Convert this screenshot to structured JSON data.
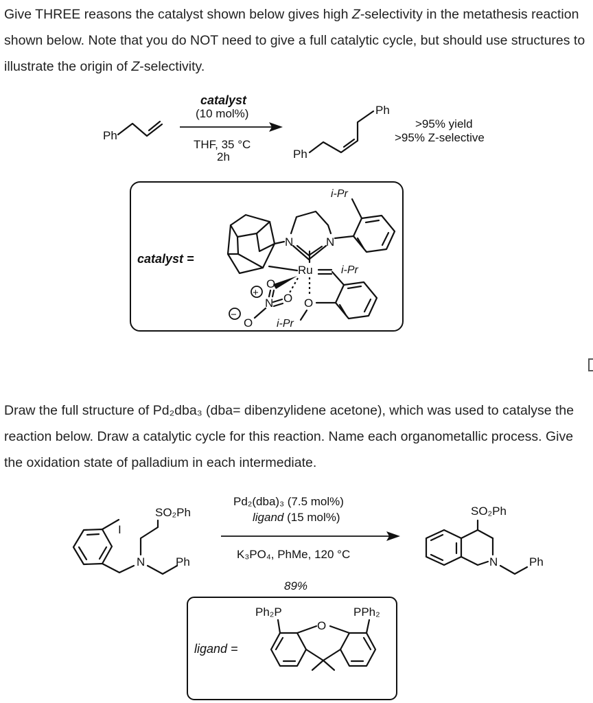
{
  "question1": {
    "text_before_z1": "Give THREE reasons the catalyst shown below gives high ",
    "z": "Z",
    "text_after_z1": "-selectivity in the metathesis reaction shown below. Note that you do NOT need to give a full catalytic cycle, but should use structures to illustrate the origin of ",
    "text_after_z2": "-selectivity."
  },
  "scheme1": {
    "reagent_top": "catalyst",
    "reagent_loading": "(10 mol%)",
    "conditions_1": "THF, 35 °C",
    "conditions_2": "2h",
    "start_label": "Ph",
    "prod_ph_top": "Ph",
    "prod_ph_bottom": "Ph",
    "yield": ">95% yield",
    "selectivity": ">95% Z-selective",
    "catalyst_label": "catalyst =",
    "ipr": "i-Pr",
    "n": "N",
    "ru": "Ru",
    "o": "O",
    "plus": "+",
    "minus": "−"
  },
  "question2": {
    "text": "Draw the full structure of Pd₂dba₃ (dba= dibenzylidene acetone), which was used to catalyse the reaction below. Draw a catalytic cycle for this reaction. Name each organometallic process. Give the oxidation state of palladium in each intermediate."
  },
  "scheme2": {
    "reagent_1": "Pd₂(dba)₃ (7.5 mol%)",
    "reagent_2_ligand": "ligand",
    "reagent_2_loading": " (15 mol%)",
    "conditions": "K₃PO₄, PhMe, 120 °C",
    "yield": "89%",
    "so2ph": "SO₂Ph",
    "iodo": "I",
    "n": "N",
    "ph": "Ph",
    "ligand_label": "ligand =",
    "ph2p": "Ph₂P",
    "pph2": "PPh₂",
    "o": "O"
  }
}
